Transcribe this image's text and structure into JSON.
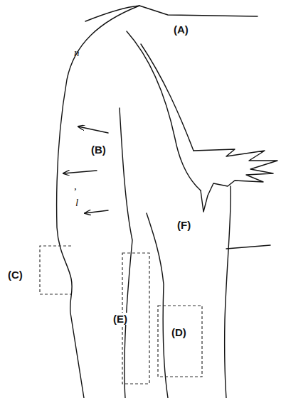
{
  "diagram": {
    "labels": [
      "(A)",
      "n",
      "(B)",
      ",",
      "l",
      "(C)",
      "(E)",
      "(D)",
      "(F)"
    ]
  }
}
